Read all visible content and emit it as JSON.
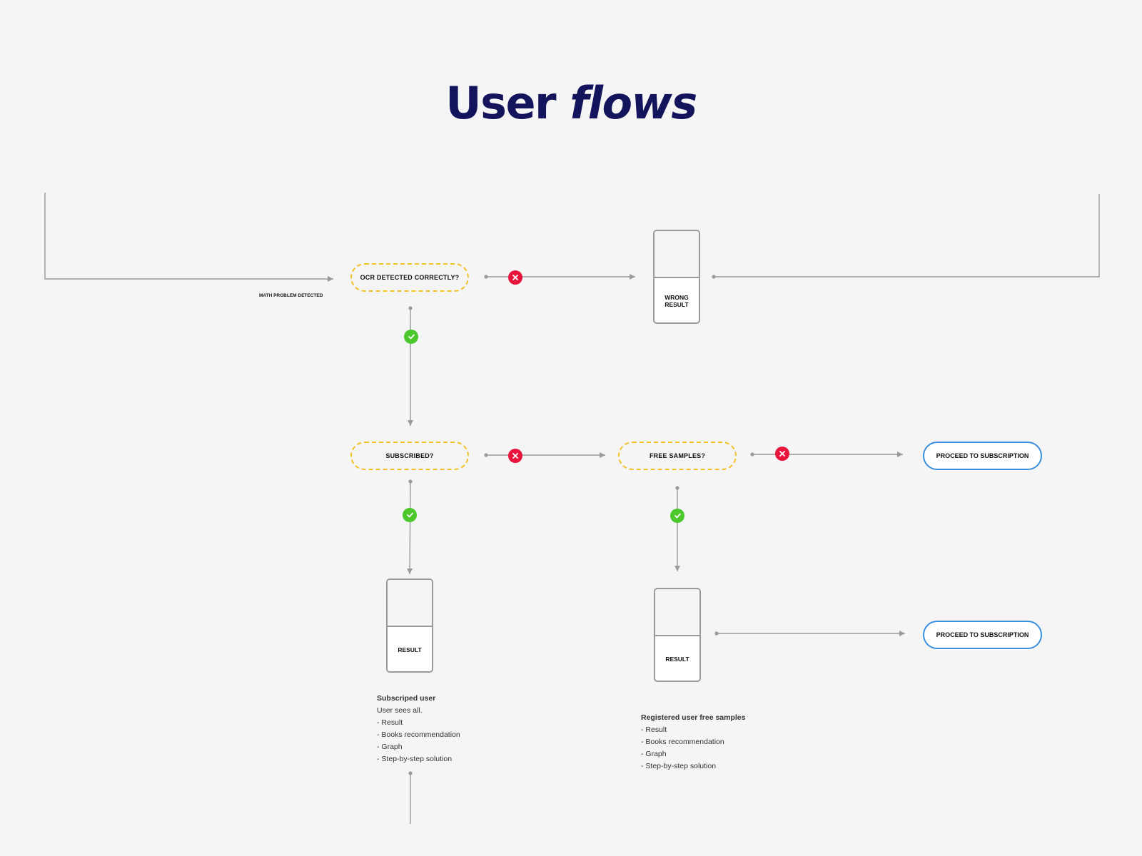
{
  "title": {
    "main": "User",
    "emphasis": "flows"
  },
  "entry_label": "MATH PROBLEM  DETECTED",
  "decisions": {
    "ocr": "OCR DETECTED CORRECTLY?",
    "subscribed": "SUBSCRIBED?",
    "free_samples": "FREE SAMPLES?"
  },
  "screens": {
    "wrong_result": {
      "line1": "WRONG",
      "line2": "RESULT"
    },
    "result_subscribed": "RESULT",
    "result_free": "RESULT"
  },
  "actions": {
    "proceed_1": "PROCEED TO SUBSCRIPTION",
    "proceed_2": "PROCEED TO SUBSCRIPTION"
  },
  "notes": {
    "subscribed": {
      "title": "Subscriped user",
      "lines": [
        "User sees all.",
        "- Result",
        "- Books recommendation",
        "- Graph",
        "- Step-by-step solution"
      ]
    },
    "free": {
      "title": "Registered user free samples",
      "lines": [
        "- Result",
        "- Books recommendation",
        "- Graph",
        "- Step-by-step solution"
      ]
    }
  },
  "colors": {
    "background": "#f5f5f5",
    "title": "#14145c",
    "decision_border": "#f2c126",
    "action_border": "#3a8fe0",
    "connector": "#9a9a9a",
    "no": "#e8143c",
    "yes": "#4cc72c"
  },
  "icons": {
    "no": "cross-icon",
    "yes": "check-icon"
  }
}
